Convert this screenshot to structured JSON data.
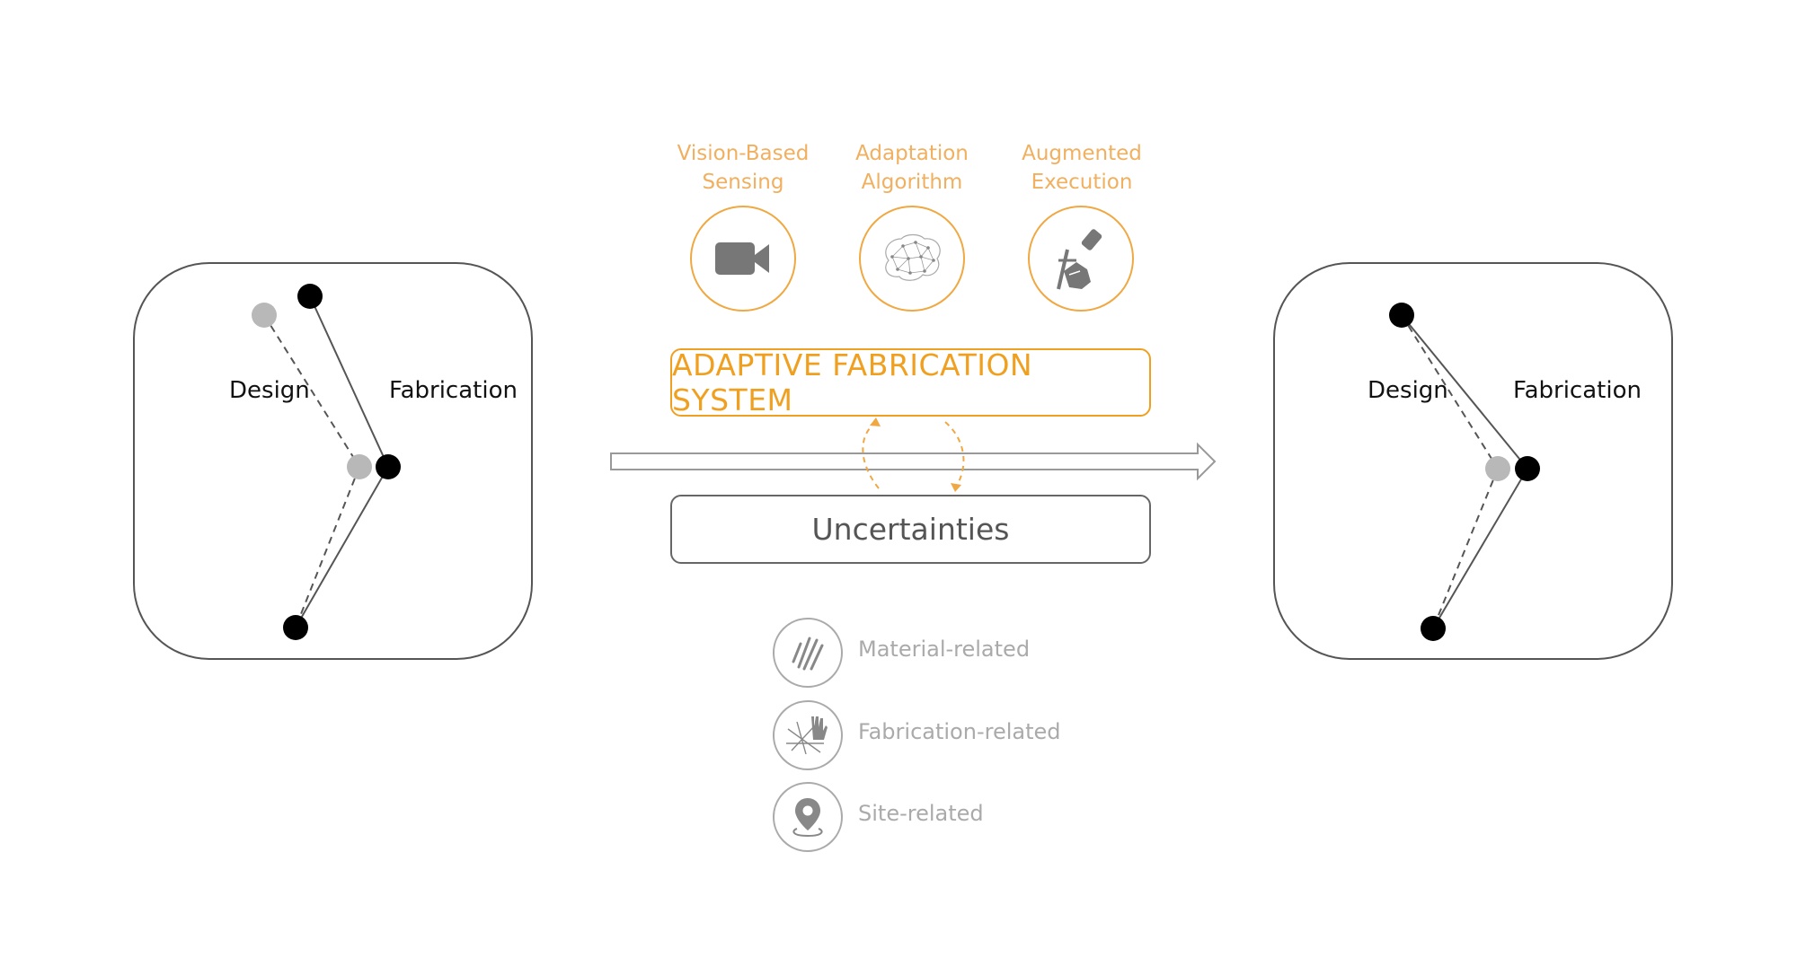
{
  "left_panel": {
    "design_label": "Design",
    "fabrication_label": "Fabrication"
  },
  "right_panel": {
    "design_label": "Design",
    "fabrication_label": "Fabrication"
  },
  "components": [
    {
      "caption_line1": "Vision-Based",
      "caption_line2": "Sensing",
      "icon": "video-camera-icon"
    },
    {
      "caption_line1": "Adaptation",
      "caption_line2": "Algorithm",
      "icon": "brain-network-icon"
    },
    {
      "caption_line1": "Augmented",
      "caption_line2": "Execution",
      "icon": "hand-tool-icon"
    }
  ],
  "system_label": "ADAPTIVE FABRICATION SYSTEM",
  "uncertainties_label": "Uncertainties",
  "uncertainty_types": [
    {
      "label": "Material-related",
      "icon": "material-sticks-icon"
    },
    {
      "label": "Fabrication-related",
      "icon": "fabrication-glove-icon"
    },
    {
      "label": "Site-related",
      "icon": "location-pin-icon"
    }
  ],
  "colors": {
    "accent": "#f0a020",
    "accent_light": "#f0b060",
    "muted": "#aaaaaa",
    "dark": "#111111"
  }
}
